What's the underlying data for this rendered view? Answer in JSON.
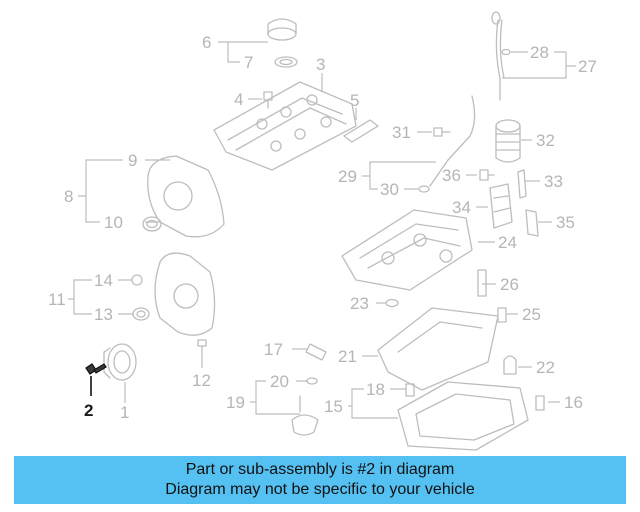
{
  "callouts": {
    "c1": "1",
    "c2": "2",
    "c3": "3",
    "c4": "4",
    "c5": "5",
    "c6": "6",
    "c7": "7",
    "c8": "8",
    "c9": "9",
    "c10": "10",
    "c11": "11",
    "c12": "12",
    "c13": "13",
    "c14": "14",
    "c15": "15",
    "c16": "16",
    "c17": "17",
    "c18": "18",
    "c19": "19",
    "c20": "20",
    "c21": "21",
    "c22": "22",
    "c23": "23",
    "c24": "24",
    "c25": "25",
    "c26": "26",
    "c27": "27",
    "c28": "28",
    "c29": "29",
    "c30": "30",
    "c31": "31",
    "c32": "32",
    "c33": "33",
    "c34": "34",
    "c35": "35",
    "c36": "36"
  },
  "highlighted_part": "2",
  "colors": {
    "banner": "#55c1f2",
    "part_lines": "#bdbdbd",
    "highlight": "#1a1a1a"
  },
  "banner": {
    "line1": "Part or sub-assembly is #2 in diagram",
    "line2": "Diagram may not be specific to your vehicle"
  }
}
